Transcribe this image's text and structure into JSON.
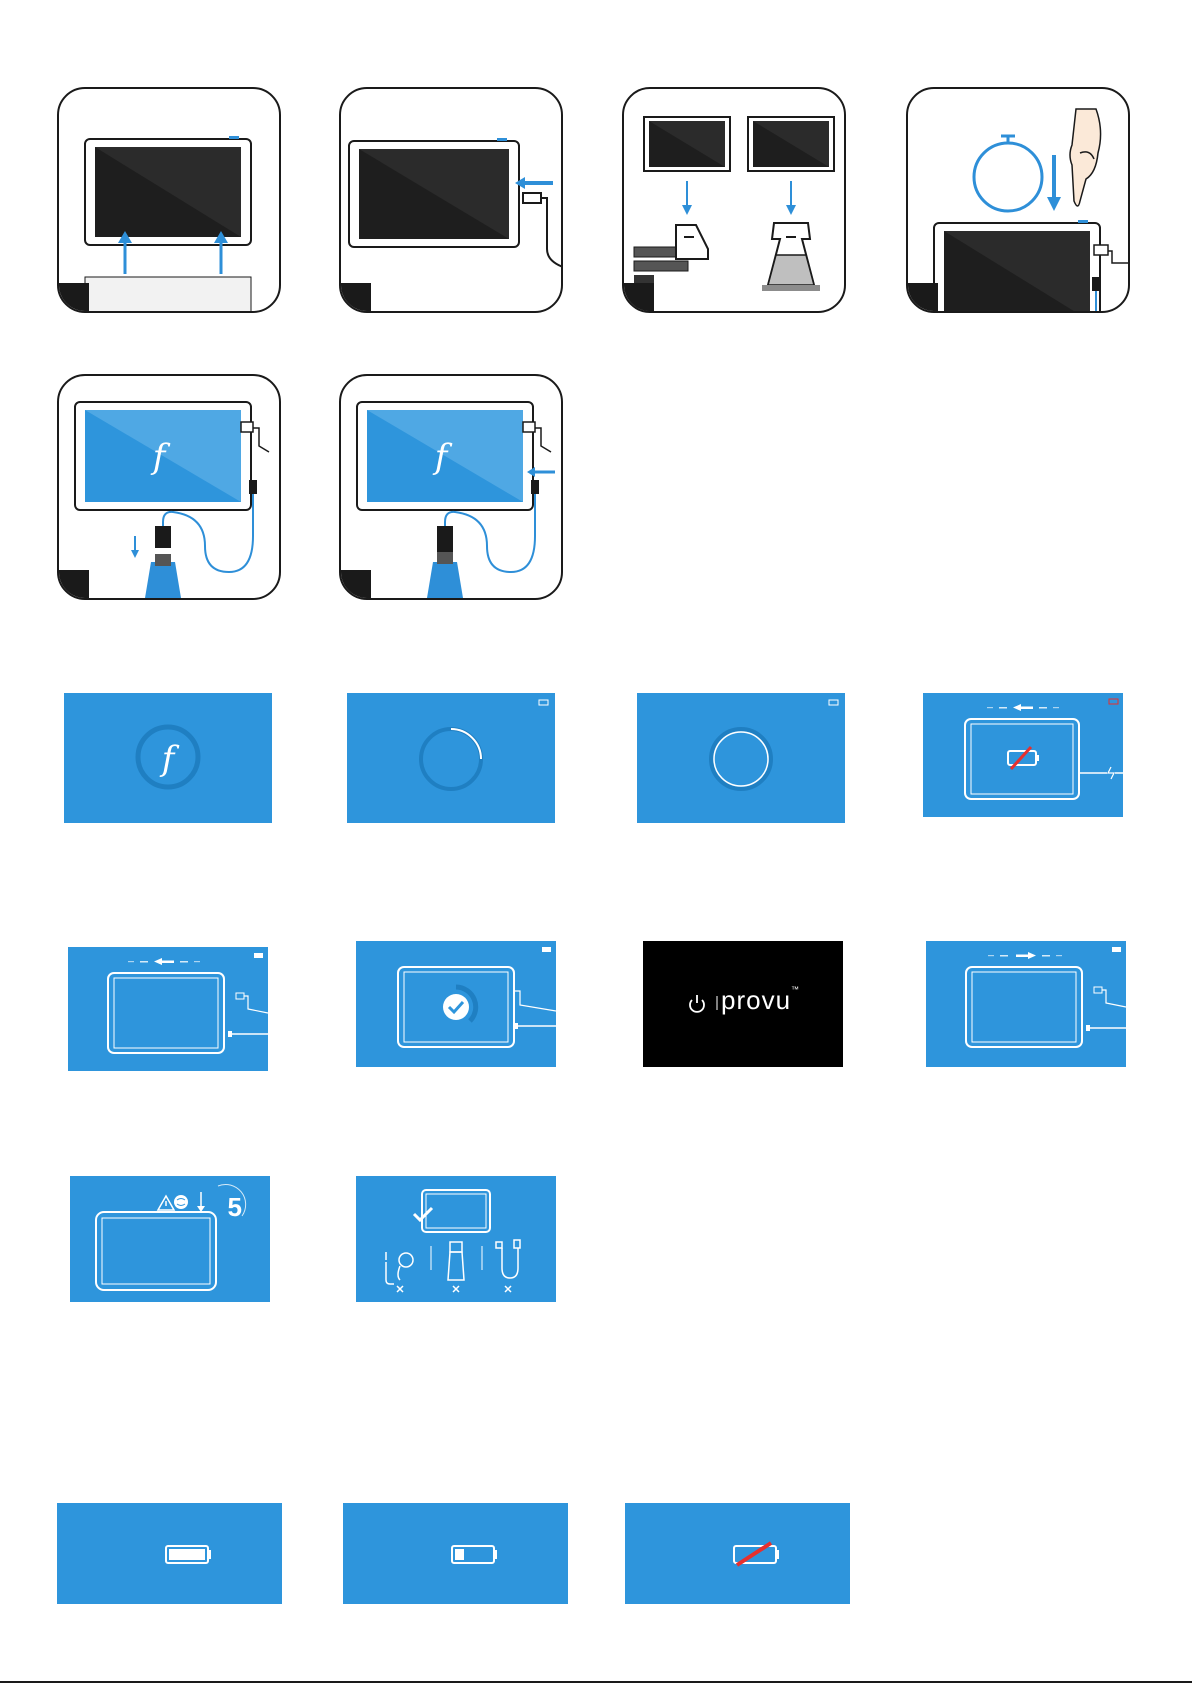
{
  "brand": {
    "name": "provu",
    "tm": "™"
  },
  "countdown": {
    "value": "5"
  },
  "icons": {
    "tablet": "tablet-icon",
    "stand": "stand-icon",
    "cable": "cable-icon",
    "timer": "timer-icon",
    "hand": "hand-pointer-icon",
    "power": "power-icon",
    "check": "check-icon",
    "battery": "battery-icon",
    "warning": "warning-icon",
    "globe": "globe-icon"
  },
  "colors": {
    "screen_blue": "#2e95dc",
    "arrow_blue": "#2e8fd8",
    "dark": "#1a1a1a",
    "red": "#e6302e"
  },
  "battery_levels": [
    1.0,
    0.25,
    0.0
  ]
}
